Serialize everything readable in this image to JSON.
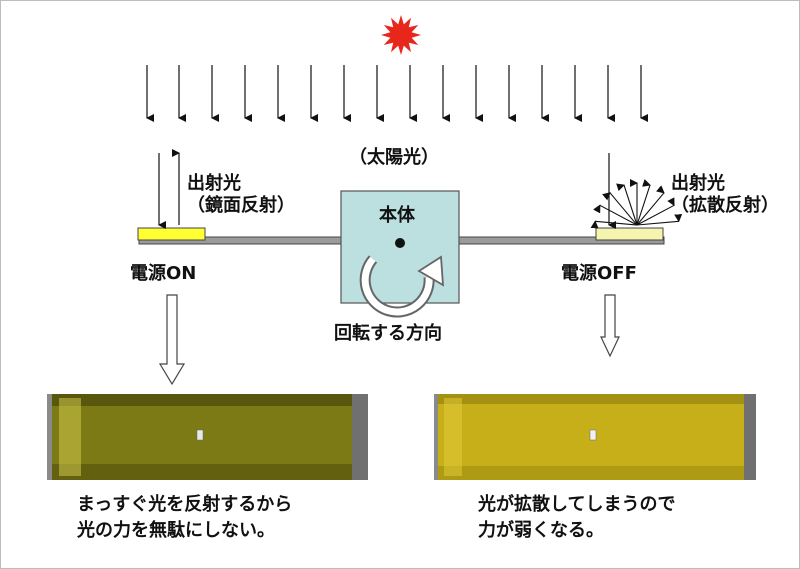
{
  "labels": {
    "sunlight": "（太陽光）",
    "body": "本体",
    "left_reflect_line1": "出射光",
    "left_reflect_line2": "（鏡面反射）",
    "right_reflect_line1": "出射光",
    "right_reflect_line2": "（拡散反射）",
    "power_on": "電源ON",
    "power_off": "電源OFF",
    "rotation": "回転する方向"
  },
  "captions": {
    "left": [
      "まっすぐ光を反射するから",
      "光の力を無駄にしない。"
    ],
    "right": [
      "光が拡散してしまうので",
      "力が弱くなる。"
    ]
  },
  "colors": {
    "sun": "#e8271c",
    "body_fill": "#bcdfe0",
    "panel_on": "#ffff33",
    "panel_off": "#f5f5b0",
    "rod": "#9b9b9b",
    "photo_on": "#7c7a15",
    "photo_off": "#c7af1a"
  }
}
